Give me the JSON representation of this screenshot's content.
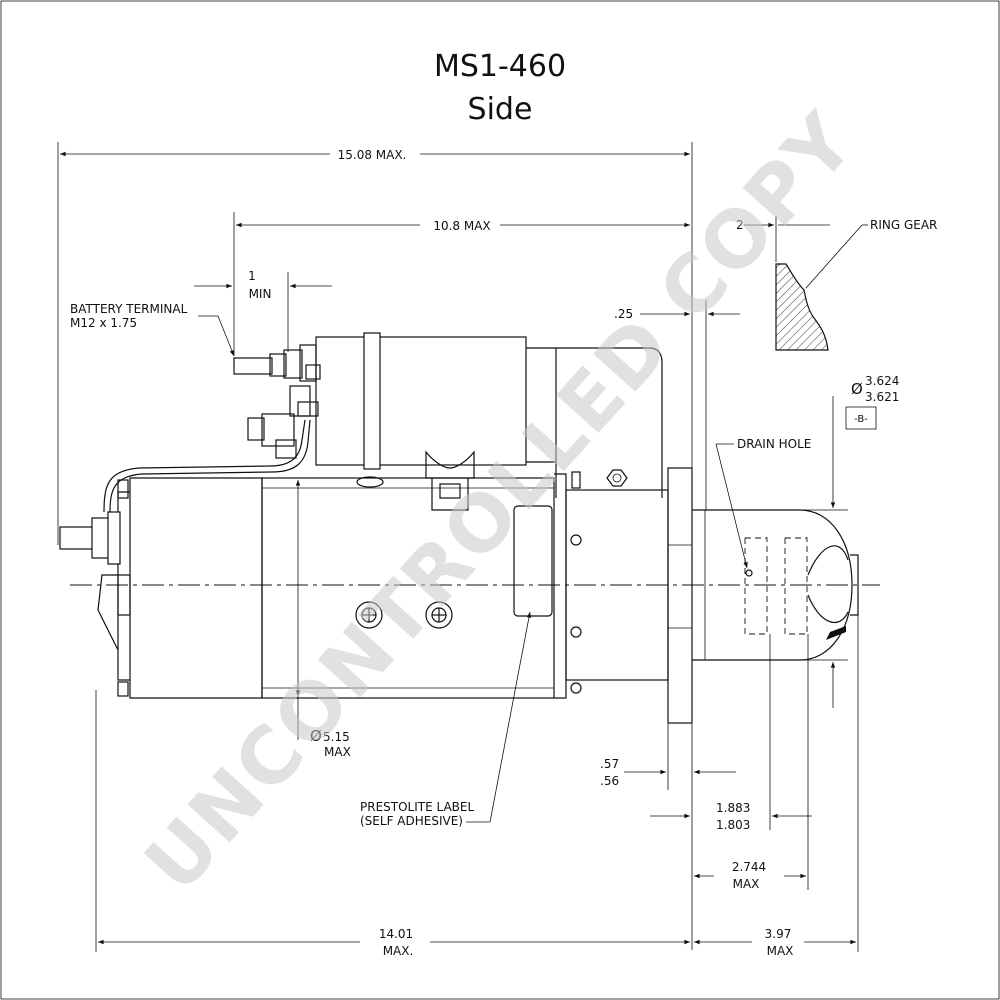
{
  "title": "MS1-460",
  "subtitle": "Side",
  "watermark": "UNCONTROLLED COPY",
  "labels": {
    "battery_terminal_1": "BATTERY TERMINAL",
    "battery_terminal_2": "M12 x 1.75",
    "ring_gear": "RING GEAR",
    "drain_hole": "DRAIN HOLE",
    "prestolite_label_1": "PRESTOLITE LABEL",
    "prestolite_label_2": "(SELF ADHESIVE)",
    "datum_b": "-B-"
  },
  "dimensions": {
    "overall_length": "15.08 MAX.",
    "length_10_8": "10.8 MAX",
    "min_1_a": "1",
    "min_1_b": "MIN",
    "ring_gear_2": "2",
    "offset_25": ".25",
    "pilot_dia_a": "3.624",
    "pilot_dia_b": "3.621",
    "body_dia_a": "5.15",
    "body_dia_b": "MAX",
    "flange_a": ".57",
    "flange_b": ".56",
    "d1883_a": "1.883",
    "d1883_b": "1.803",
    "d2744_a": "2.744",
    "d2744_b": "MAX",
    "d1401_a": "14.01",
    "d1401_b": "MAX.",
    "d397_a": "3.97",
    "d397_b": "MAX"
  },
  "symbols": {
    "diameter": "Ø"
  }
}
